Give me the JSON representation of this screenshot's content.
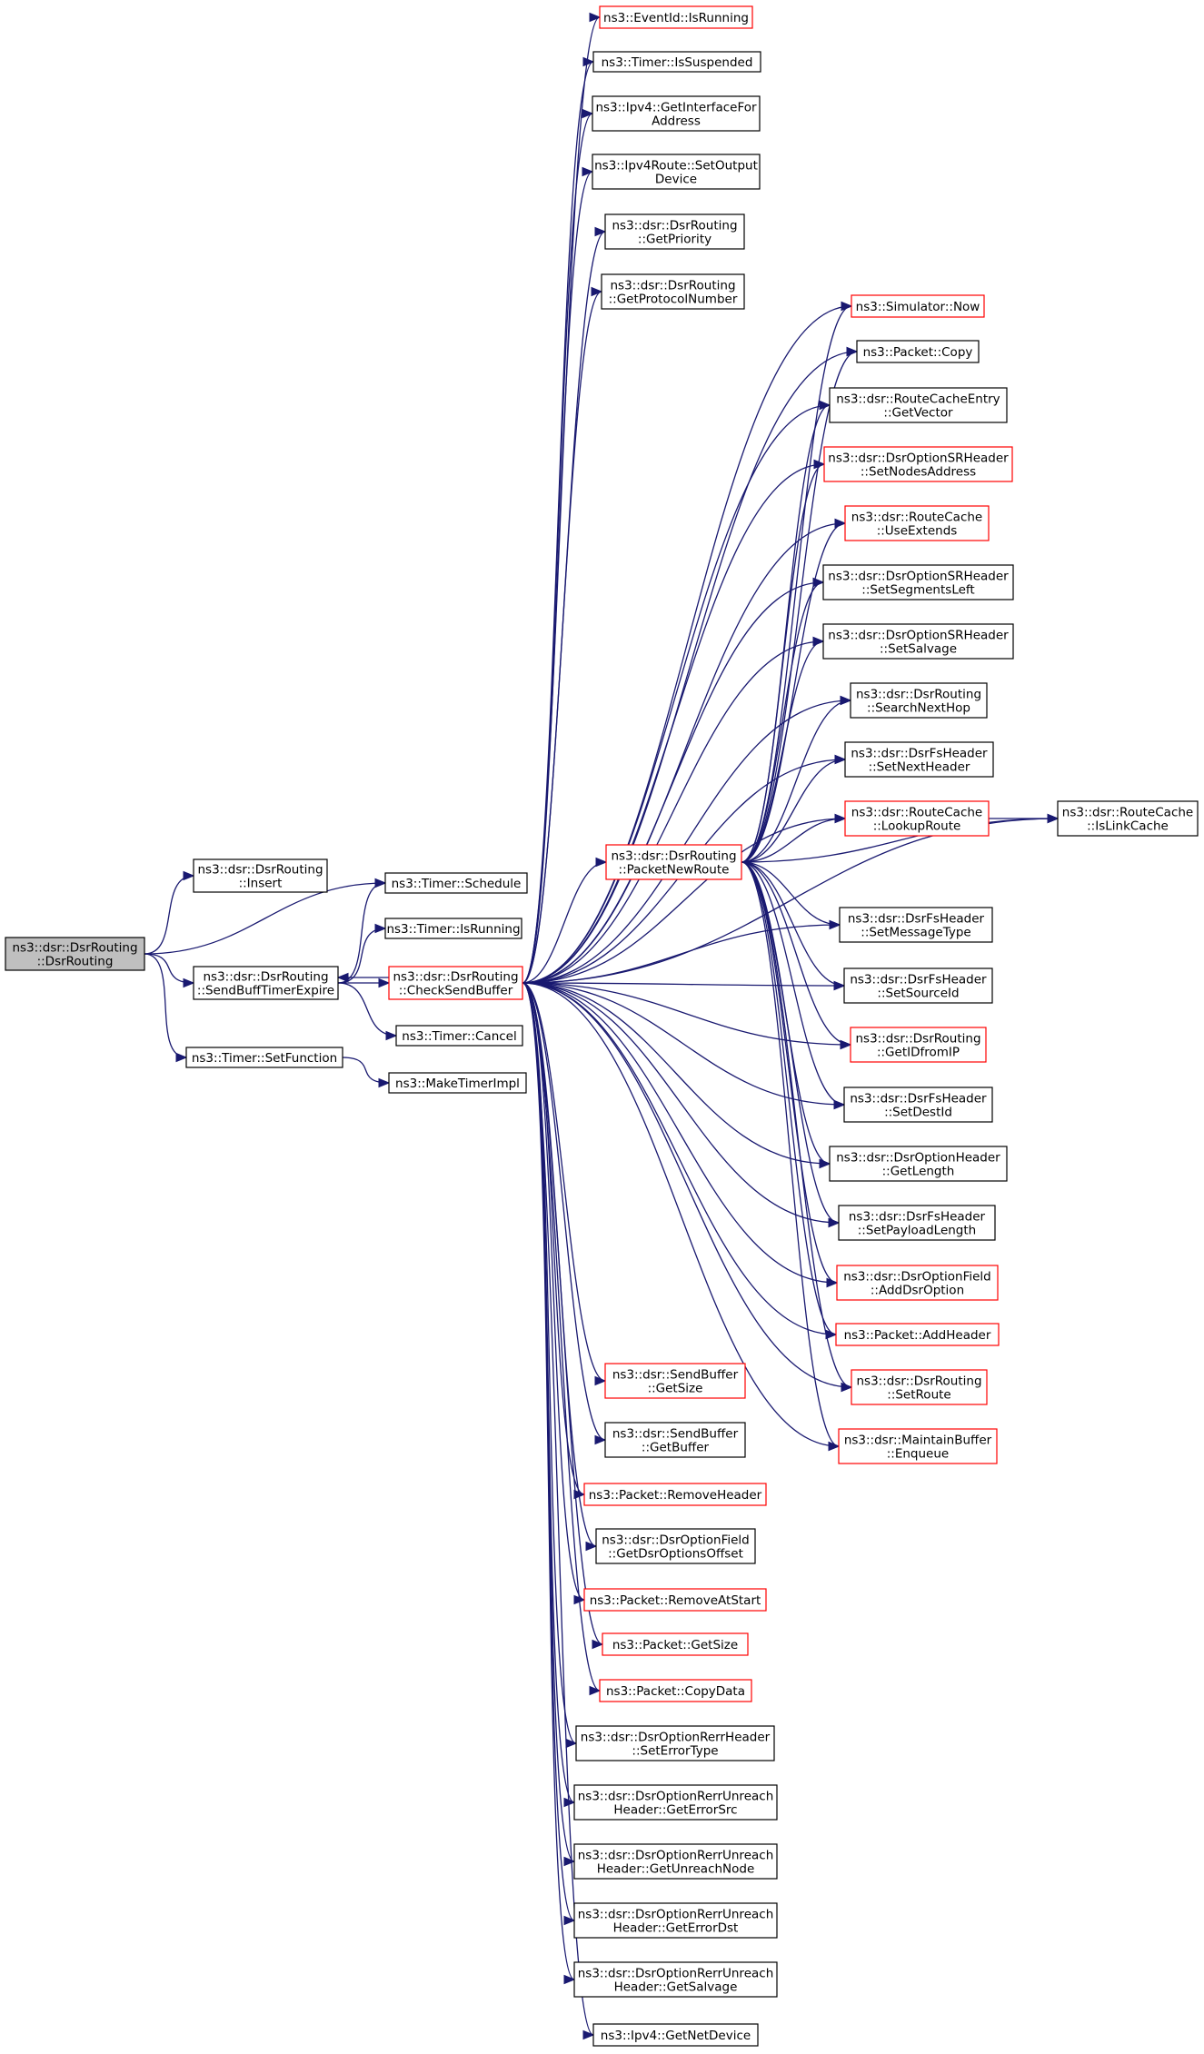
{
  "nodes": [
    {
      "id": "root",
      "lines": [
        "ns3::dsr::DsrRouting",
        "::DsrRouting"
      ],
      "border": "black",
      "root": true
    },
    {
      "id": "insert",
      "lines": [
        "ns3::dsr::DsrRouting",
        "::Insert"
      ],
      "border": "black"
    },
    {
      "id": "sendbufftimer",
      "lines": [
        "ns3::dsr::DsrRouting",
        "::SendBuffTimerExpire"
      ],
      "border": "black"
    },
    {
      "id": "setfunction",
      "lines": [
        "ns3::Timer::SetFunction"
      ],
      "border": "black"
    },
    {
      "id": "schedule",
      "lines": [
        "ns3::Timer::Schedule"
      ],
      "border": "black"
    },
    {
      "id": "isrunning",
      "lines": [
        "ns3::Timer::IsRunning"
      ],
      "border": "black"
    },
    {
      "id": "checksendbuffer",
      "lines": [
        "ns3::dsr::DsrRouting",
        "::CheckSendBuffer"
      ],
      "border": "red"
    },
    {
      "id": "cancel",
      "lines": [
        "ns3::Timer::Cancel"
      ],
      "border": "black"
    },
    {
      "id": "maketimerimpl",
      "lines": [
        "ns3::MakeTimerImpl"
      ],
      "border": "black"
    },
    {
      "id": "eventid",
      "lines": [
        "ns3::EventId::IsRunning"
      ],
      "border": "red"
    },
    {
      "id": "issuspended",
      "lines": [
        "ns3::Timer::IsSuspended"
      ],
      "border": "black"
    },
    {
      "id": "getinterface",
      "lines": [
        "ns3::Ipv4::GetInterfaceFor",
        "Address"
      ],
      "border": "black"
    },
    {
      "id": "setoutput",
      "lines": [
        "ns3::Ipv4Route::SetOutput",
        "Device"
      ],
      "border": "black"
    },
    {
      "id": "getpriority",
      "lines": [
        "ns3::dsr::DsrRouting",
        "::GetPriority"
      ],
      "border": "black"
    },
    {
      "id": "getprotocol",
      "lines": [
        "ns3::dsr::DsrRouting",
        "::GetProtocolNumber"
      ],
      "border": "black"
    },
    {
      "id": "packetnewroute",
      "lines": [
        "ns3::dsr::DsrRouting",
        "::PacketNewRoute"
      ],
      "border": "red"
    },
    {
      "id": "simnow",
      "lines": [
        "ns3::Simulator::Now"
      ],
      "border": "red"
    },
    {
      "id": "pktcopy",
      "lines": [
        "ns3::Packet::Copy"
      ],
      "border": "black"
    },
    {
      "id": "getvector",
      "lines": [
        "ns3::dsr::RouteCacheEntry",
        "::GetVector"
      ],
      "border": "black"
    },
    {
      "id": "setnodes",
      "lines": [
        "ns3::dsr::DsrOptionSRHeader",
        "::SetNodesAddress"
      ],
      "border": "red"
    },
    {
      "id": "useextends",
      "lines": [
        "ns3::dsr::RouteCache",
        "::UseExtends"
      ],
      "border": "red"
    },
    {
      "id": "setsegments",
      "lines": [
        "ns3::dsr::DsrOptionSRHeader",
        "::SetSegmentsLeft"
      ],
      "border": "black"
    },
    {
      "id": "setsalvage",
      "lines": [
        "ns3::dsr::DsrOptionSRHeader",
        "::SetSalvage"
      ],
      "border": "black"
    },
    {
      "id": "searchnexthop",
      "lines": [
        "ns3::dsr::DsrRouting",
        "::SearchNextHop"
      ],
      "border": "black"
    },
    {
      "id": "setnextheader",
      "lines": [
        "ns3::dsr::DsrFsHeader",
        "::SetNextHeader"
      ],
      "border": "black"
    },
    {
      "id": "lookuproute",
      "lines": [
        "ns3::dsr::RouteCache",
        "::LookupRoute"
      ],
      "border": "red"
    },
    {
      "id": "islinkcache",
      "lines": [
        "ns3::dsr::RouteCache",
        "::IsLinkCache"
      ],
      "border": "black"
    },
    {
      "id": "setmessagetype",
      "lines": [
        "ns3::dsr::DsrFsHeader",
        "::SetMessageType"
      ],
      "border": "black"
    },
    {
      "id": "setsourceid",
      "lines": [
        "ns3::dsr::DsrFsHeader",
        "::SetSourceId"
      ],
      "border": "black"
    },
    {
      "id": "getidfromip",
      "lines": [
        "ns3::dsr::DsrRouting",
        "::GetIDfromIP"
      ],
      "border": "red"
    },
    {
      "id": "setdestid",
      "lines": [
        "ns3::dsr::DsrFsHeader",
        "::SetDestId"
      ],
      "border": "black"
    },
    {
      "id": "getlength",
      "lines": [
        "ns3::dsr::DsrOptionHeader",
        "::GetLength"
      ],
      "border": "black"
    },
    {
      "id": "setpayload",
      "lines": [
        "ns3::dsr::DsrFsHeader",
        "::SetPayloadLength"
      ],
      "border": "black"
    },
    {
      "id": "adddsroption",
      "lines": [
        "ns3::dsr::DsrOptionField",
        "::AddDsrOption"
      ],
      "border": "red"
    },
    {
      "id": "addheader",
      "lines": [
        "ns3::Packet::AddHeader"
      ],
      "border": "red"
    },
    {
      "id": "setroute",
      "lines": [
        "ns3::dsr::DsrRouting",
        "::SetRoute"
      ],
      "border": "red"
    },
    {
      "id": "enqueue",
      "lines": [
        "ns3::dsr::MaintainBuffer",
        "::Enqueue"
      ],
      "border": "red"
    },
    {
      "id": "sbgetsize",
      "lines": [
        "ns3::dsr::SendBuffer",
        "::GetSize"
      ],
      "border": "red"
    },
    {
      "id": "sbgetbuffer",
      "lines": [
        "ns3::dsr::SendBuffer",
        "::GetBuffer"
      ],
      "border": "black"
    },
    {
      "id": "removeheader",
      "lines": [
        "ns3::Packet::RemoveHeader"
      ],
      "border": "red"
    },
    {
      "id": "getdsroffset",
      "lines": [
        "ns3::dsr::DsrOptionField",
        "::GetDsrOptionsOffset"
      ],
      "border": "black"
    },
    {
      "id": "removeatstart",
      "lines": [
        "ns3::Packet::RemoveAtStart"
      ],
      "border": "red"
    },
    {
      "id": "pktgetsize",
      "lines": [
        "ns3::Packet::GetSize"
      ],
      "border": "red"
    },
    {
      "id": "copydata",
      "lines": [
        "ns3::Packet::CopyData"
      ],
      "border": "red"
    },
    {
      "id": "seterrortype",
      "lines": [
        "ns3::dsr::DsrOptionRerrHeader",
        "::SetErrorType"
      ],
      "border": "black"
    },
    {
      "id": "geterrorsrc",
      "lines": [
        "ns3::dsr::DsrOptionRerrUnreach",
        "Header::GetErrorSrc"
      ],
      "border": "black"
    },
    {
      "id": "getunreach",
      "lines": [
        "ns3::dsr::DsrOptionRerrUnreach",
        "Header::GetUnreachNode"
      ],
      "border": "black"
    },
    {
      "id": "geterrordst",
      "lines": [
        "ns3::dsr::DsrOptionRerrUnreach",
        "Header::GetErrorDst"
      ],
      "border": "black"
    },
    {
      "id": "getsalvage",
      "lines": [
        "ns3::dsr::DsrOptionRerrUnreach",
        "Header::GetSalvage"
      ],
      "border": "black"
    },
    {
      "id": "getnetdevice",
      "lines": [
        "ns3::Ipv4::GetNetDevice"
      ],
      "border": "black"
    }
  ],
  "edges": [
    [
      "root",
      "insert"
    ],
    [
      "root",
      "schedule"
    ],
    [
      "root",
      "sendbufftimer"
    ],
    [
      "root",
      "setfunction"
    ],
    [
      "sendbufftimer",
      "schedule"
    ],
    [
      "sendbufftimer",
      "isrunning"
    ],
    [
      "sendbufftimer",
      "checksendbuffer"
    ],
    [
      "sendbufftimer",
      "cancel"
    ],
    [
      "checksendbuffer",
      "sendbufftimer"
    ],
    [
      "setfunction",
      "maketimerimpl"
    ],
    [
      "checksendbuffer",
      "eventid"
    ],
    [
      "checksendbuffer",
      "issuspended"
    ],
    [
      "checksendbuffer",
      "getinterface"
    ],
    [
      "checksendbuffer",
      "setoutput"
    ],
    [
      "checksendbuffer",
      "getpriority"
    ],
    [
      "checksendbuffer",
      "getprotocol"
    ],
    [
      "checksendbuffer",
      "simnow"
    ],
    [
      "checksendbuffer",
      "pktcopy"
    ],
    [
      "checksendbuffer",
      "getvector"
    ],
    [
      "checksendbuffer",
      "setnodes"
    ],
    [
      "checksendbuffer",
      "useextends"
    ],
    [
      "checksendbuffer",
      "setsegments"
    ],
    [
      "checksendbuffer",
      "setsalvage"
    ],
    [
      "checksendbuffer",
      "searchnexthop"
    ],
    [
      "checksendbuffer",
      "setnextheader"
    ],
    [
      "checksendbuffer",
      "lookuproute"
    ],
    [
      "checksendbuffer",
      "islinkcache"
    ],
    [
      "checksendbuffer",
      "packetnewroute"
    ],
    [
      "checksendbuffer",
      "setmessagetype"
    ],
    [
      "checksendbuffer",
      "setsourceid"
    ],
    [
      "checksendbuffer",
      "getidfromip"
    ],
    [
      "checksendbuffer",
      "setdestid"
    ],
    [
      "checksendbuffer",
      "getlength"
    ],
    [
      "checksendbuffer",
      "setpayload"
    ],
    [
      "checksendbuffer",
      "adddsroption"
    ],
    [
      "checksendbuffer",
      "addheader"
    ],
    [
      "checksendbuffer",
      "setroute"
    ],
    [
      "checksendbuffer",
      "enqueue"
    ],
    [
      "checksendbuffer",
      "sbgetsize"
    ],
    [
      "checksendbuffer",
      "sbgetbuffer"
    ],
    [
      "checksendbuffer",
      "removeheader"
    ],
    [
      "checksendbuffer",
      "getdsroffset"
    ],
    [
      "checksendbuffer",
      "removeatstart"
    ],
    [
      "checksendbuffer",
      "pktgetsize"
    ],
    [
      "checksendbuffer",
      "copydata"
    ],
    [
      "checksendbuffer",
      "seterrortype"
    ],
    [
      "checksendbuffer",
      "geterrorsrc"
    ],
    [
      "checksendbuffer",
      "getunreach"
    ],
    [
      "checksendbuffer",
      "geterrordst"
    ],
    [
      "checksendbuffer",
      "getsalvage"
    ],
    [
      "checksendbuffer",
      "getnetdevice"
    ],
    [
      "packetnewroute",
      "simnow"
    ],
    [
      "packetnewroute",
      "pktcopy"
    ],
    [
      "packetnewroute",
      "getvector"
    ],
    [
      "packetnewroute",
      "setnodes"
    ],
    [
      "packetnewroute",
      "useextends"
    ],
    [
      "packetnewroute",
      "setsegments"
    ],
    [
      "packetnewroute",
      "setsalvage"
    ],
    [
      "packetnewroute",
      "searchnexthop"
    ],
    [
      "packetnewroute",
      "setnextheader"
    ],
    [
      "packetnewroute",
      "lookuproute"
    ],
    [
      "packetnewroute",
      "islinkcache"
    ],
    [
      "packetnewroute",
      "setmessagetype"
    ],
    [
      "packetnewroute",
      "setsourceid"
    ],
    [
      "packetnewroute",
      "getidfromip"
    ],
    [
      "packetnewroute",
      "setdestid"
    ],
    [
      "packetnewroute",
      "getlength"
    ],
    [
      "packetnewroute",
      "setpayload"
    ],
    [
      "packetnewroute",
      "adddsroption"
    ],
    [
      "packetnewroute",
      "addheader"
    ],
    [
      "packetnewroute",
      "setroute"
    ],
    [
      "packetnewroute",
      "enqueue"
    ],
    [
      "lookuproute",
      "islinkcache"
    ]
  ],
  "colors": {
    "edge": "#191970",
    "red_border": "#ff0000",
    "black_border": "#000000",
    "root_fill": "#bfbfbf"
  }
}
